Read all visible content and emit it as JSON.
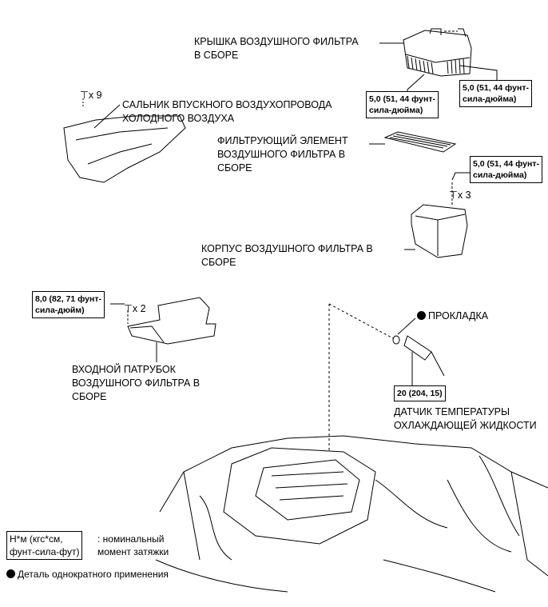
{
  "labels": {
    "cover": "КРЫШКА ВОЗДУШНОГО ФИЛЬТРА\nВ СБОРЕ",
    "seal": "САЛЬНИК ВПУСКНОГО ВОЗДУХОПРОВОДА\nХОЛОДНОГО ВОЗДУХА",
    "element": "ФИЛЬТРУЮЩИЙ ЭЛЕМЕНТ\nВОЗДУШНОГО ФИЛЬТРА В\nСБОРЕ",
    "housing": "КОРПУС ВОЗДУШНОГО ФИЛЬТРА В\nСБОРЕ",
    "inlet": "ВХОДНОЙ ПАТРУБОК\nВОЗДУШНОГО ФИЛЬТРА В\nСБОРЕ",
    "gasket": "ПРОКЛАДКА",
    "sensor": "ДАТЧИК ТЕМПЕРАТУРЫ\nОХЛАЖДАЮЩЕЙ ЖИДКОСТИ"
  },
  "torque": {
    "cover_left": "5,0 (51, 44 фунт-\nсила-дюйма)",
    "cover_right": "5,0 (51, 44 фунт-\nсила-дюйма)",
    "housing": "5,0 (51, 44 фунт-\nсила-дюйма)",
    "inlet": "8,0 (82, 71 фунт-\nсила-дюйм)",
    "sensor": "20 (204, 15)"
  },
  "quantities": {
    "seal_bolts": "x 9",
    "housing_bolts": "x 3",
    "inlet_bolts": "x 2"
  },
  "legend": {
    "unit_box": "Н*м (кгс*см,\nфунт-сила-фут)",
    "unit_desc": ": номинальный\nмомент затяжки",
    "single_use": "Деталь однократного применения"
  }
}
